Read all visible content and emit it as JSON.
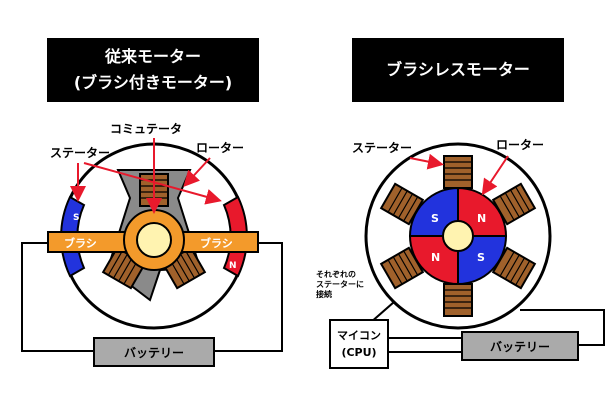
{
  "left": {
    "title_line1": "従来モーター",
    "title_line2": "(ブラシ付きモーター)",
    "label_commutator": "コミュテータ",
    "label_stator": "ステーター",
    "label_rotor": "ローター",
    "label_brush_left": "ブラシ",
    "label_brush_right": "ブラシ",
    "pole_s": "S",
    "pole_n": "N",
    "battery_label": "バッテリー"
  },
  "right": {
    "title": "ブラシレスモーター",
    "label_stator": "ステーター",
    "label_rotor": "ローター",
    "note_line1": "それぞれの",
    "note_line2": "ステーターに",
    "note_line3": "接続",
    "mcu_line1": "マイコン",
    "mcu_line2": "(CPU)",
    "battery_label": "バッテリー",
    "rotor_poles": [
      "S",
      "N",
      "S",
      "N"
    ]
  },
  "colors": {
    "red": "#e8192c",
    "blue": "#2233dd",
    "orange": "#f39a2b",
    "coil": "#a0612b",
    "gray": "#8a8a8a",
    "cream": "#fff3b0",
    "black": "#000000"
  }
}
